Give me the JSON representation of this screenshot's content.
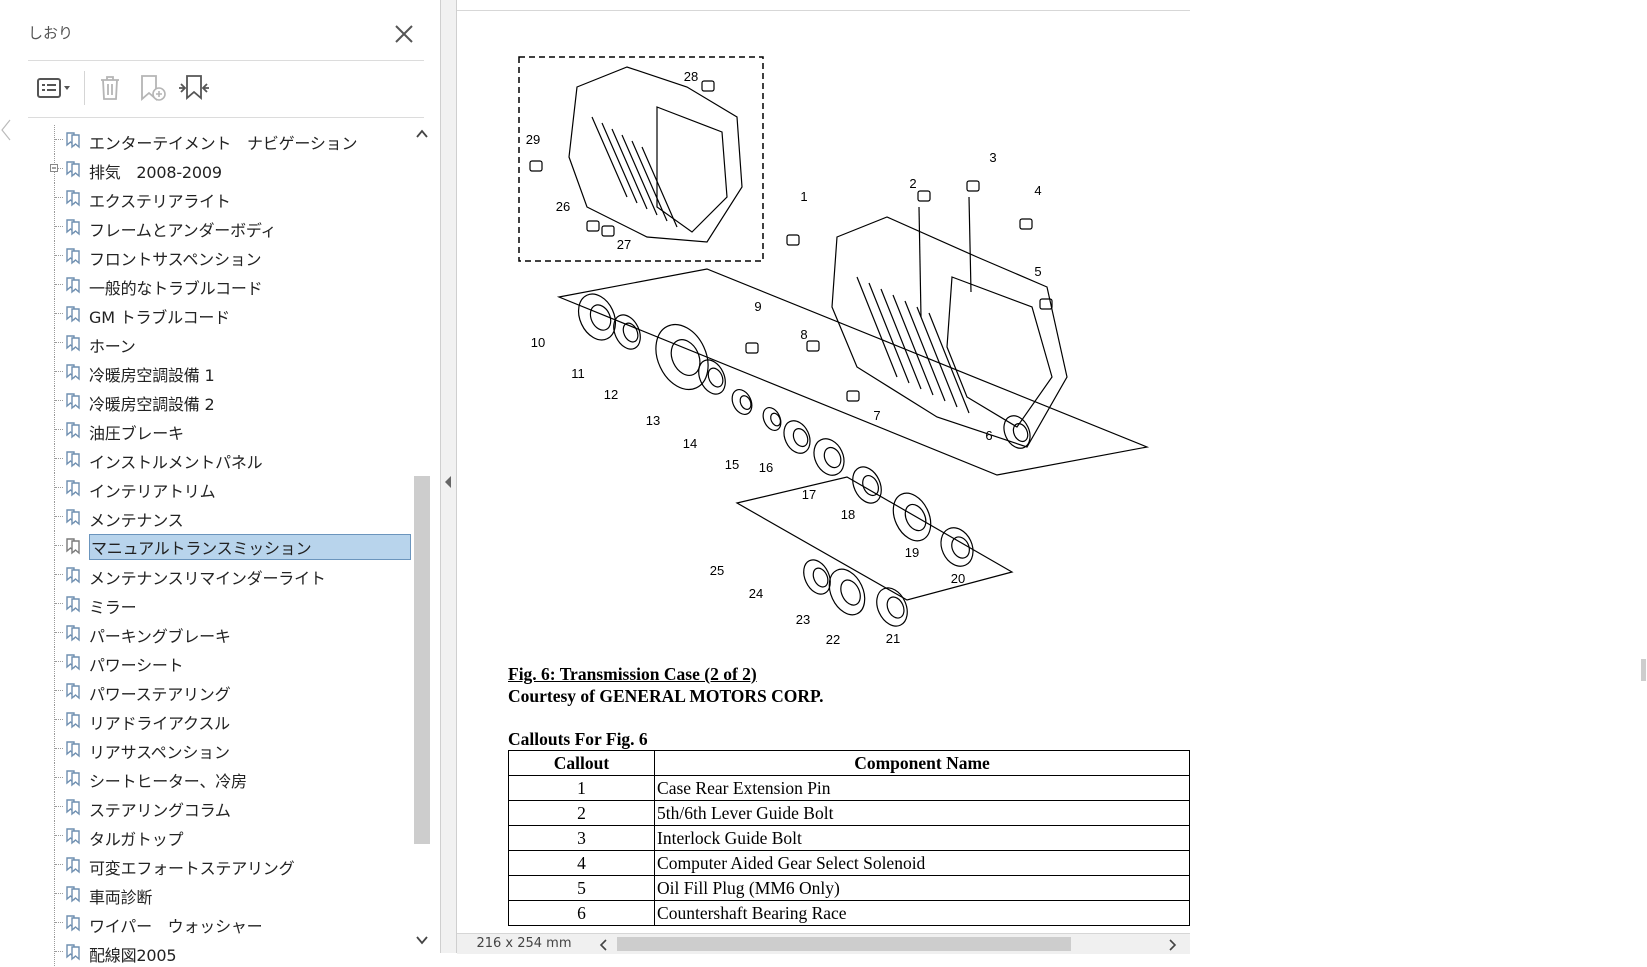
{
  "bookmarks_panel": {
    "title": "しおり",
    "items": [
      {
        "label": "エンターテイメント　ナビゲーション",
        "selected": false,
        "expandable": false
      },
      {
        "label": "排気　2008-2009",
        "selected": false,
        "expandable": true
      },
      {
        "label": "エクステリアライト",
        "selected": false,
        "expandable": false
      },
      {
        "label": "フレームとアンダーボディ",
        "selected": false,
        "expandable": false
      },
      {
        "label": "フロントサスペンション",
        "selected": false,
        "expandable": false
      },
      {
        "label": "一般的なトラブルコード",
        "selected": false,
        "expandable": false
      },
      {
        "label": "GM トラブルコード",
        "selected": false,
        "expandable": false
      },
      {
        "label": "ホーン",
        "selected": false,
        "expandable": false
      },
      {
        "label": "冷暖房空調設備 1",
        "selected": false,
        "expandable": false
      },
      {
        "label": "冷暖房空調設備 2",
        "selected": false,
        "expandable": false
      },
      {
        "label": "油圧ブレーキ",
        "selected": false,
        "expandable": false
      },
      {
        "label": "インストルメントパネル",
        "selected": false,
        "expandable": false
      },
      {
        "label": "インテリアトリム",
        "selected": false,
        "expandable": false
      },
      {
        "label": "メンテナンス",
        "selected": false,
        "expandable": false
      },
      {
        "label": "マニュアルトランスミッション",
        "selected": true,
        "expandable": false
      },
      {
        "label": "メンテナンスリマインダーライト",
        "selected": false,
        "expandable": false
      },
      {
        "label": "ミラー",
        "selected": false,
        "expandable": false
      },
      {
        "label": "パーキングブレーキ",
        "selected": false,
        "expandable": false
      },
      {
        "label": "パワーシート",
        "selected": false,
        "expandable": false
      },
      {
        "label": "パワーステアリング",
        "selected": false,
        "expandable": false
      },
      {
        "label": "リアドライアクスル",
        "selected": false,
        "expandable": false
      },
      {
        "label": "リアサスペンション",
        "selected": false,
        "expandable": false
      },
      {
        "label": "シートヒーター、冷房",
        "selected": false,
        "expandable": false
      },
      {
        "label": "ステアリングコラム",
        "selected": false,
        "expandable": false
      },
      {
        "label": "タルガトップ",
        "selected": false,
        "expandable": false
      },
      {
        "label": "可変エフォートステアリング",
        "selected": false,
        "expandable": false
      },
      {
        "label": "車両診断",
        "selected": false,
        "expandable": false
      },
      {
        "label": "ワイパー　ウォッシャー",
        "selected": false,
        "expandable": false
      },
      {
        "label": "配線図2005",
        "selected": false,
        "expandable": false
      }
    ]
  },
  "document": {
    "figure_callouts": [
      "1",
      "2",
      "3",
      "4",
      "5",
      "6",
      "7",
      "8",
      "9",
      "10",
      "11",
      "12",
      "13",
      "14",
      "15",
      "16",
      "17",
      "18",
      "19",
      "20",
      "21",
      "22",
      "23",
      "24",
      "25",
      "26",
      "27",
      "28",
      "29"
    ],
    "fig_caption": "Fig. 6: Transmission Case (2 of 2)",
    "fig_courtesy": "Courtesy of GENERAL MOTORS CORP.",
    "callouts_title": "Callouts For Fig. 6",
    "table": {
      "headers": [
        "Callout",
        "Component Name"
      ],
      "rows": [
        [
          "1",
          "Case Rear Extension Pin"
        ],
        [
          "2",
          "5th/6th Lever Guide Bolt"
        ],
        [
          "3",
          "Interlock Guide Bolt"
        ],
        [
          "4",
          "Computer Aided Gear Select Solenoid"
        ],
        [
          "5",
          "Oil Fill Plug (MM6 Only)"
        ],
        [
          "6",
          "Countershaft Bearing Race"
        ]
      ]
    }
  },
  "status_bar": {
    "page_size": "216 x 254 mm"
  },
  "colors": {
    "selection_bg": "#b8d4ec",
    "selection_border": "#6b95bd",
    "scroll_thumb": "#cdcdcd"
  }
}
